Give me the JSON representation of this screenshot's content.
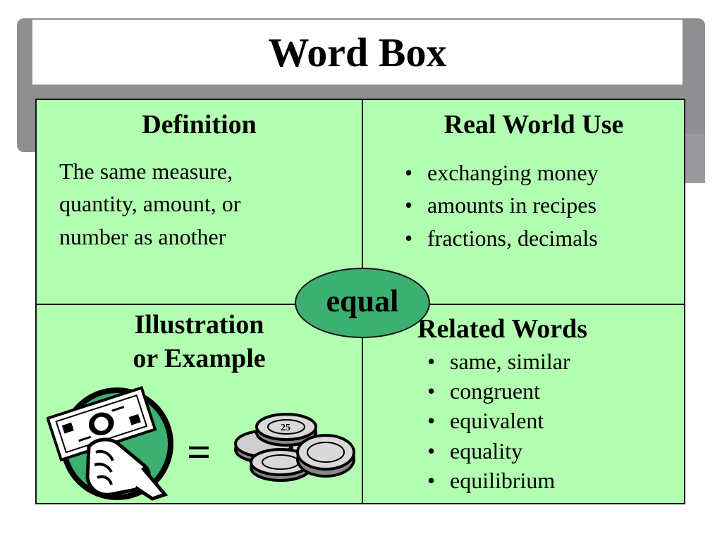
{
  "title": "Word Box",
  "quadrants": {
    "definition": {
      "heading": "Definition",
      "lines": [
        "The same measure,",
        "quantity, amount, or",
        "number as another"
      ]
    },
    "real_world_use": {
      "heading": "Real World Use",
      "items": [
        "exchanging money",
        "amounts in recipes",
        "fractions, decimals"
      ]
    },
    "illustration": {
      "heading_line1": "Illustration",
      "heading_line2": "or Example",
      "equals_sign": "="
    },
    "related_words": {
      "heading": "Related Words",
      "items": [
        "same, similar",
        "congruent",
        "equivalent",
        "equality",
        "equilibrium"
      ]
    }
  },
  "center_word": "equal",
  "colors": {
    "cell_background": "#b3ffb1",
    "oval_fill": "#3cb071",
    "frame_grey": "#8f8f91"
  },
  "icons": {
    "money_hand": "hand-holding-dollar-bill-icon",
    "coins": "stack-of-25-cent-coins-icon"
  }
}
